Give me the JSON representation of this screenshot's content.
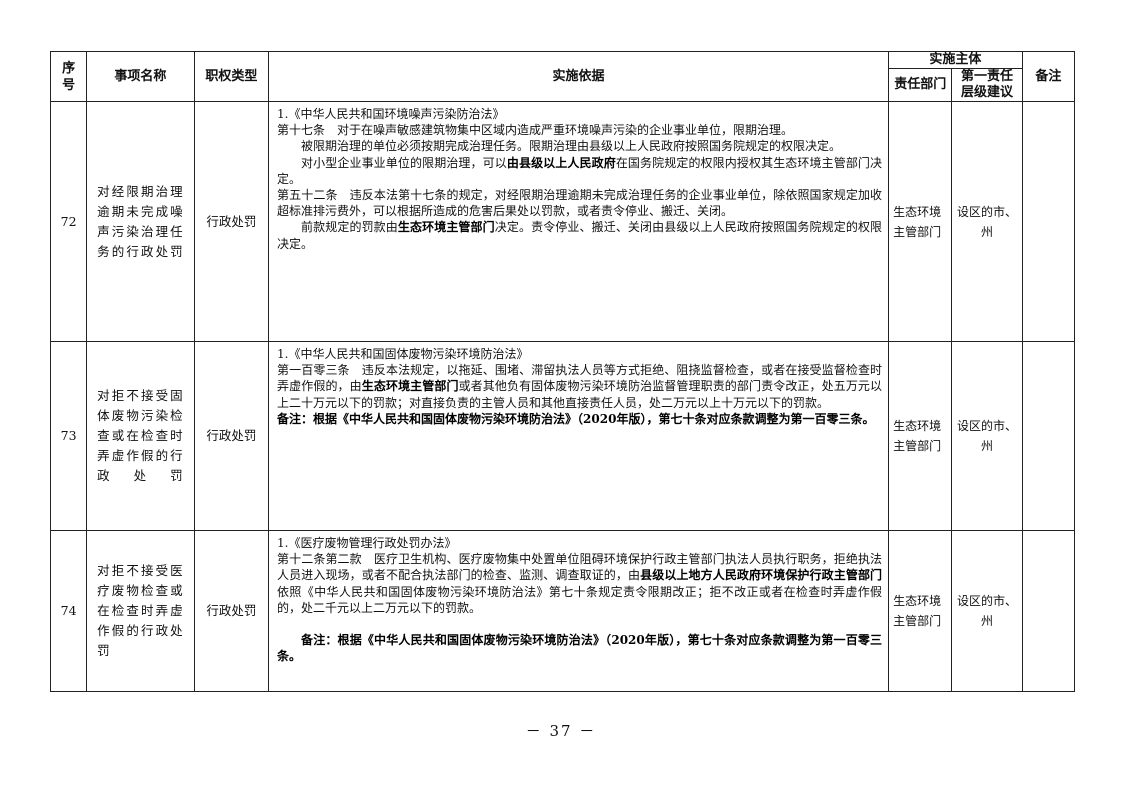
{
  "header": {
    "no": "序号",
    "name": "事项名称",
    "type": "职权类型",
    "basis": "实施依据",
    "subject": "实施主体",
    "dept": "责任部门",
    "level": "第一责任层级建议",
    "note": "备注"
  },
  "rows": [
    {
      "no": "72",
      "name": "对经限期治理逾期未完成噪声污染治理任务的行政处罚",
      "type": "行政处罚",
      "dept": "生态环境主管部门",
      "level": "设区的市、州",
      "note": "",
      "paragraphs": [
        {
          "style": "",
          "segs": [
            {
              "t": "1.《中华人民共和国环境噪声污染防治法》"
            }
          ]
        },
        {
          "style": "",
          "segs": [
            {
              "t": "第十七条　对于在噪声敏感建筑物集中区域内造成严重环境噪声污染的企业事业单位，限期治理。"
            }
          ]
        },
        {
          "style": "ind",
          "segs": [
            {
              "t": "被限期治理的单位必须按期完成治理任务。限期治理由县级以上人民政府按照国务院规定的权限决定。"
            }
          ]
        },
        {
          "style": "ind",
          "segs": [
            {
              "t": "对小型企业事业单位的限期治理，可以"
            },
            {
              "t": "由县级以上人民政府",
              "b": true
            },
            {
              "t": "在国务院规定的权限内授权其生态环境主管部门决定。"
            }
          ]
        },
        {
          "style": "",
          "segs": [
            {
              "t": "第五十二条　违反本法第十七条的规定，对经限期治理逾期未完成治理任务的企业事业单位，除依照国家规定加收超标准排污费外，可以根据所造成的危害后果处以罚款，或者责令停业、搬迁、关闭。"
            }
          ]
        },
        {
          "style": "ind",
          "segs": [
            {
              "t": "前款规定的罚款由"
            },
            {
              "t": "生态环境主管部门",
              "b": true
            },
            {
              "t": "决定。责令停业、搬迁、关闭由县级以上人民政府按照国务院规定的权限决定。"
            }
          ]
        }
      ]
    },
    {
      "no": "73",
      "name": "对拒不接受固体废物污染检查或在检查时弄虚作假的行政处罚",
      "type": "行政处罚",
      "dept": "生态环境主管部门",
      "level": "设区的市、州",
      "note": "",
      "paragraphs": [
        {
          "style": "",
          "segs": [
            {
              "t": "1.《中华人民共和国固体废物污染环境防治法》"
            }
          ]
        },
        {
          "style": "",
          "segs": [
            {
              "t": "第一百零三条　违反本法规定，以拖延、围堵、滞留执法人员等方式拒绝、阻挠监督检查，或者在接受监督检查时弄虚作假的，由"
            },
            {
              "t": "生态环境主管部门",
              "b": true
            },
            {
              "t": "或者其他负有固体废物污染环境防治监督管理职责的部门责令改正，处五万元以上二十万元以下的罚款；对直接负责的主管人员和其他直接责任人员，处二万元以上十万元以下的罚款。"
            }
          ]
        },
        {
          "style": "",
          "segs": [
            {
              "t": "备注：根据《中华人民共和国固体废物污染环境防治法》（2020年版），第七十条对应条款调整为第一百零三条。",
              "b": true
            }
          ]
        }
      ]
    },
    {
      "no": "74",
      "name": "对拒不接受医疗废物检查或在检查时弄虚作假的行政处罚",
      "type": "行政处罚",
      "dept": "生态环境主管部门",
      "level": "设区的市、州",
      "note": "",
      "paragraphs": [
        {
          "style": "",
          "segs": [
            {
              "t": "1.《医疗废物管理行政处罚办法》"
            }
          ]
        },
        {
          "style": "",
          "segs": [
            {
              "t": "第十二条第二款　医疗卫生机构、医疗废物集中处置单位阻碍环境保护行政主管部门执法人员执行职务，拒绝执法人员进入现场，或者不配合执法部门的检查、监测、调查取证的，由"
            },
            {
              "t": "县级以上地方人民政府环境保护行政主管部门",
              "b": true
            },
            {
              "t": "依照《中华人民共和国固体废物污染环境防治法》第七十条规定责令限期改正；拒不改正或者在检查时弄虚作假的，处二千元以上二万元以下的罚款。"
            }
          ]
        },
        {
          "style": "ind gap",
          "segs": [
            {
              "t": "备注：根据《中华人民共和国固体废物污染环境防治法》（2020年版），第七十条对应条款调整为第一百零三条。",
              "b": true
            }
          ]
        }
      ]
    }
  ],
  "page_number": "－ 37 －"
}
